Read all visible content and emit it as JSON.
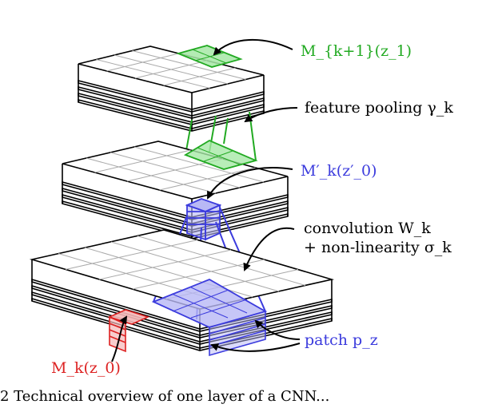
{
  "labels": {
    "top_map": "M_{k+1}(z_1)",
    "pooling": "feature pooling γ_k",
    "mid_map": "M′_k(z′_0)",
    "conv_line1": "convolution W_k",
    "conv_line2": "+ non-linearity σ_k",
    "patch": "patch p_z",
    "input_map": "M_k(z_0)"
  },
  "caption_fragment": "2  Technical overview of one layer of a CNN...",
  "colors": {
    "green": "#22aa22",
    "green_fill": "#a6e8a6",
    "blue": "#3b3bdd",
    "blue_fill": "#b8b8f5",
    "red": "#dd2222",
    "red_fill": "#f5b8b8",
    "grid": "#999999",
    "edge": "#000000"
  }
}
